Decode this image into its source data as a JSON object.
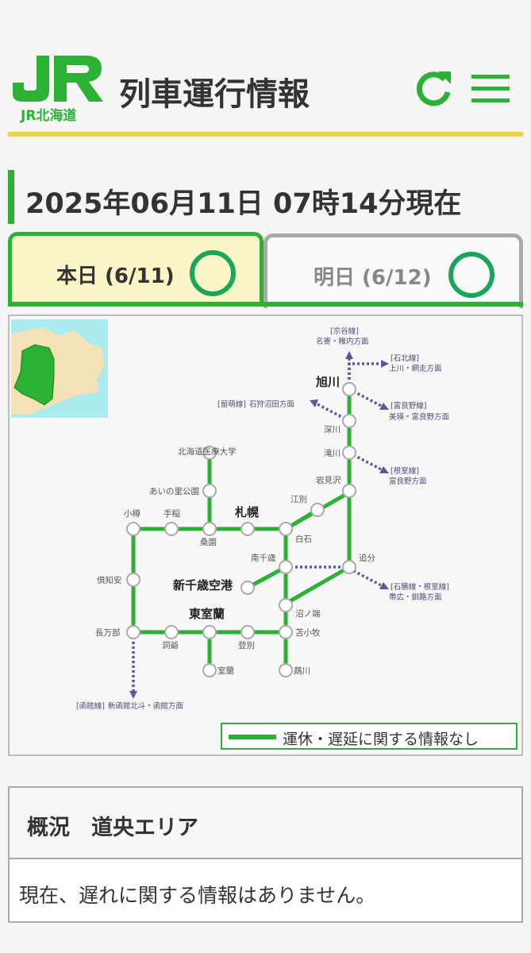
{
  "header": {
    "logo_text": "JR北海道",
    "title": "列車運行情報",
    "colors": {
      "brand_green": "#2db135",
      "accent_yellow": "#f0d24a"
    }
  },
  "timestamp": "2025年06月11日 07時14分現在",
  "tabs": [
    {
      "label": "本日 (6/11)",
      "status": "circle-ok",
      "active": true
    },
    {
      "label": "明日 (6/12)",
      "status": "circle-ok",
      "active": false
    }
  ],
  "map": {
    "stations": {
      "asahikawa": "旭川",
      "fukagawa": "深川",
      "takikawa": "滝川",
      "iwamizawa": "岩見沢",
      "ebetsu": "江別",
      "shiroishi": "白石",
      "sapporo": "札幌",
      "teine": "手稲",
      "otaru": "小樽",
      "soen": "桑園",
      "ainosato": "あいの里公園",
      "iryodai": "北海道医療大学",
      "minamichitose": "南千歳",
      "shinchitose": "新千歳空港",
      "oiwake": "追分",
      "numanohata": "沼ノ端",
      "tomakomai": "苫小牧",
      "mukawa": "鵡川",
      "noboribetsu": "登別",
      "higashimuroran": "東室蘭",
      "muroran": "室蘭",
      "toya": "洞爺",
      "oshamambe": "長万部",
      "kutchan": "倶知安"
    },
    "directions": {
      "soya_line": "[宗谷線]",
      "soya_dest": "名寄・稚内方面",
      "sekihoku_line": "[石北線]",
      "sekihoku_dest": "上川・網走方面",
      "furano_line": "[富良野線]",
      "furano_dest": "美瑛・富良野方面",
      "rumoi_line": "[留萌線]",
      "rumoi_dest": "石狩沼田方面",
      "nemuro_line": "[根室線]",
      "nemuro_dest": "富良野方面",
      "sekisho_line": "[石勝線・根室線]",
      "sekisho_dest": "帯広・釧路方面",
      "hakodate_line": "[函館線]",
      "hakodate_dest": "新函館北斗・函館方面"
    },
    "legend": "運休・遅延に関する情報なし",
    "colors": {
      "line_ok": "#2db135",
      "direction": "#5a5a9a"
    }
  },
  "overview": {
    "title": "概況　道央エリア",
    "body": "現在、遅れに関する情報はありません。"
  }
}
